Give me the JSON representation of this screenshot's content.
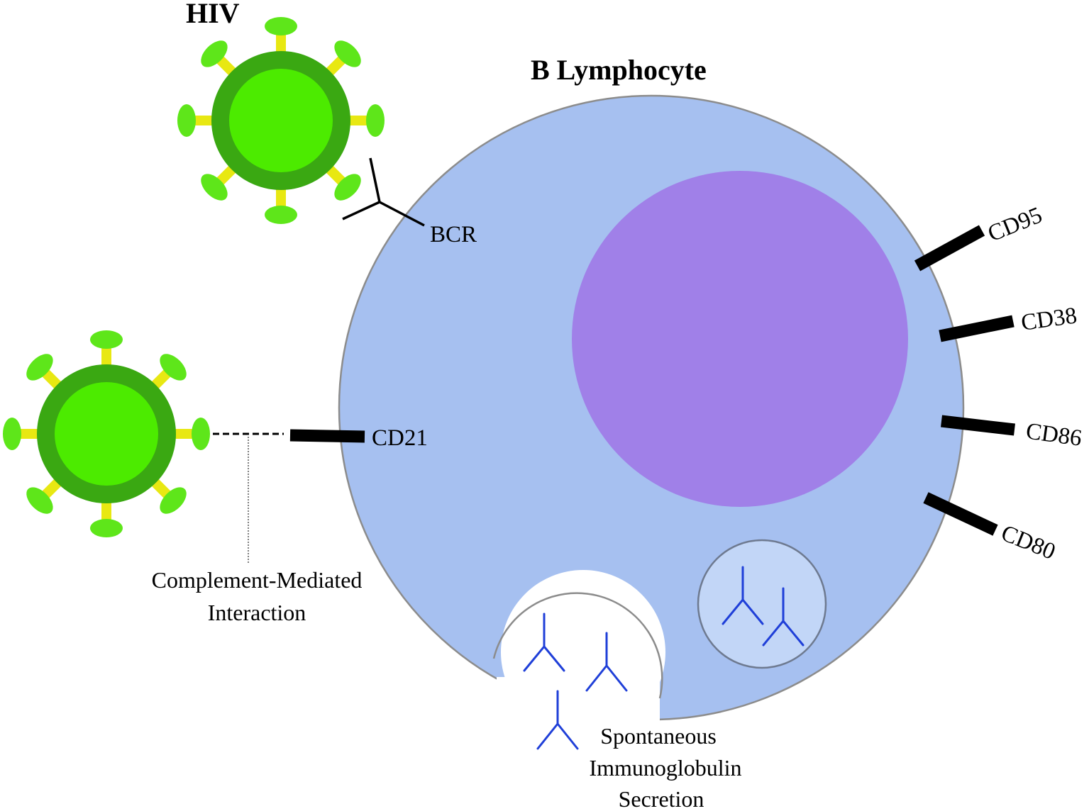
{
  "titles": {
    "virus": "HIV",
    "cell": "B Lymphocyte"
  },
  "receptors": {
    "bcr": "BCR",
    "cd21": "CD21",
    "cd95": "CD95",
    "cd38": "CD38",
    "cd86": "CD86",
    "cd80": "CD80"
  },
  "captions": {
    "complement": [
      "Complement-Mediated",
      "Interaction"
    ],
    "secretion": [
      "Spontaneous",
      "Immunoglobulin",
      "Secretion"
    ]
  },
  "colors": {
    "cell": "#a6c0f0",
    "cell_outline": "#8c8c8c",
    "nucleus": "#a080e8",
    "vesicle": "#c2d6f7",
    "vesicle_outline": "#6e7a90",
    "virus_core": "#4ceb00",
    "virus_envelope": "#3aa812",
    "spike_stem": "#e8e812",
    "spike_head": "#5ee61a",
    "antibody": "#1f3fd8",
    "receptor": "#000000"
  }
}
